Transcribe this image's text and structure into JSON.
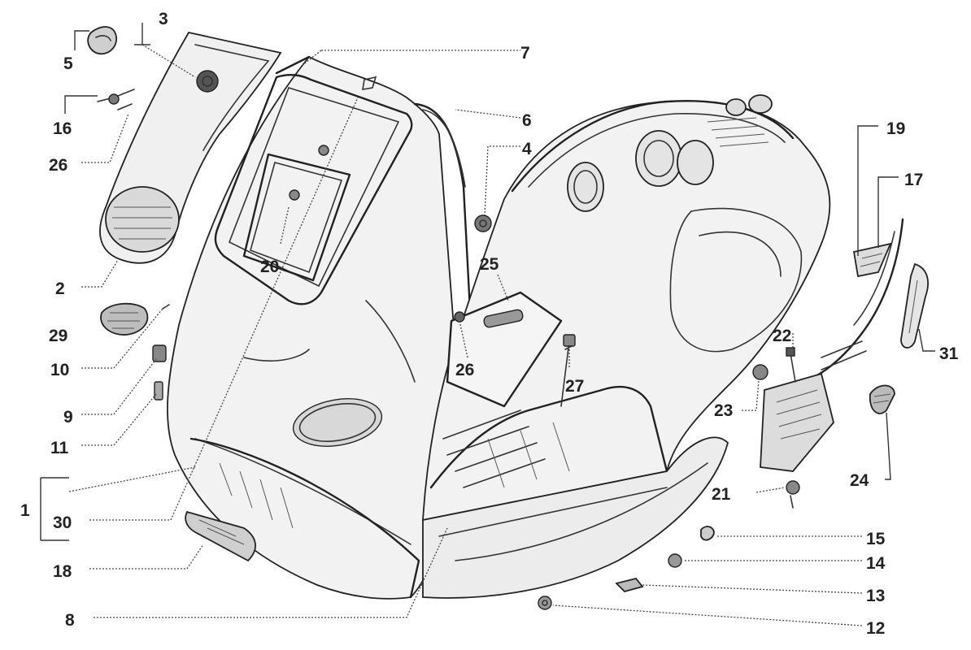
{
  "callouts": [
    {
      "id": "c1",
      "text": "1"
    },
    {
      "id": "c2",
      "text": "2"
    },
    {
      "id": "c3",
      "text": "3"
    },
    {
      "id": "c4",
      "text": "4"
    },
    {
      "id": "c5",
      "text": "5"
    },
    {
      "id": "c6",
      "text": "6"
    },
    {
      "id": "c7",
      "text": "7"
    },
    {
      "id": "c8",
      "text": "8"
    },
    {
      "id": "c9",
      "text": "9"
    },
    {
      "id": "c10",
      "text": "10"
    },
    {
      "id": "c11",
      "text": "11"
    },
    {
      "id": "c12",
      "text": "12"
    },
    {
      "id": "c13",
      "text": "13"
    },
    {
      "id": "c14",
      "text": "14"
    },
    {
      "id": "c15",
      "text": "15"
    },
    {
      "id": "c16",
      "text": "16"
    },
    {
      "id": "c17",
      "text": "17"
    },
    {
      "id": "c18",
      "text": "18"
    },
    {
      "id": "c19",
      "text": "19"
    },
    {
      "id": "c20a",
      "text": "20"
    },
    {
      "id": "c21",
      "text": "21"
    },
    {
      "id": "c22",
      "text": "22"
    },
    {
      "id": "c23",
      "text": "23"
    },
    {
      "id": "c24",
      "text": "24"
    },
    {
      "id": "c25",
      "text": "25"
    },
    {
      "id": "c26a",
      "text": "26"
    },
    {
      "id": "c26b",
      "text": "26"
    },
    {
      "id": "c27",
      "text": "27"
    },
    {
      "id": "c29",
      "text": "29"
    },
    {
      "id": "c30",
      "text": "30"
    },
    {
      "id": "c31",
      "text": "31"
    }
  ]
}
